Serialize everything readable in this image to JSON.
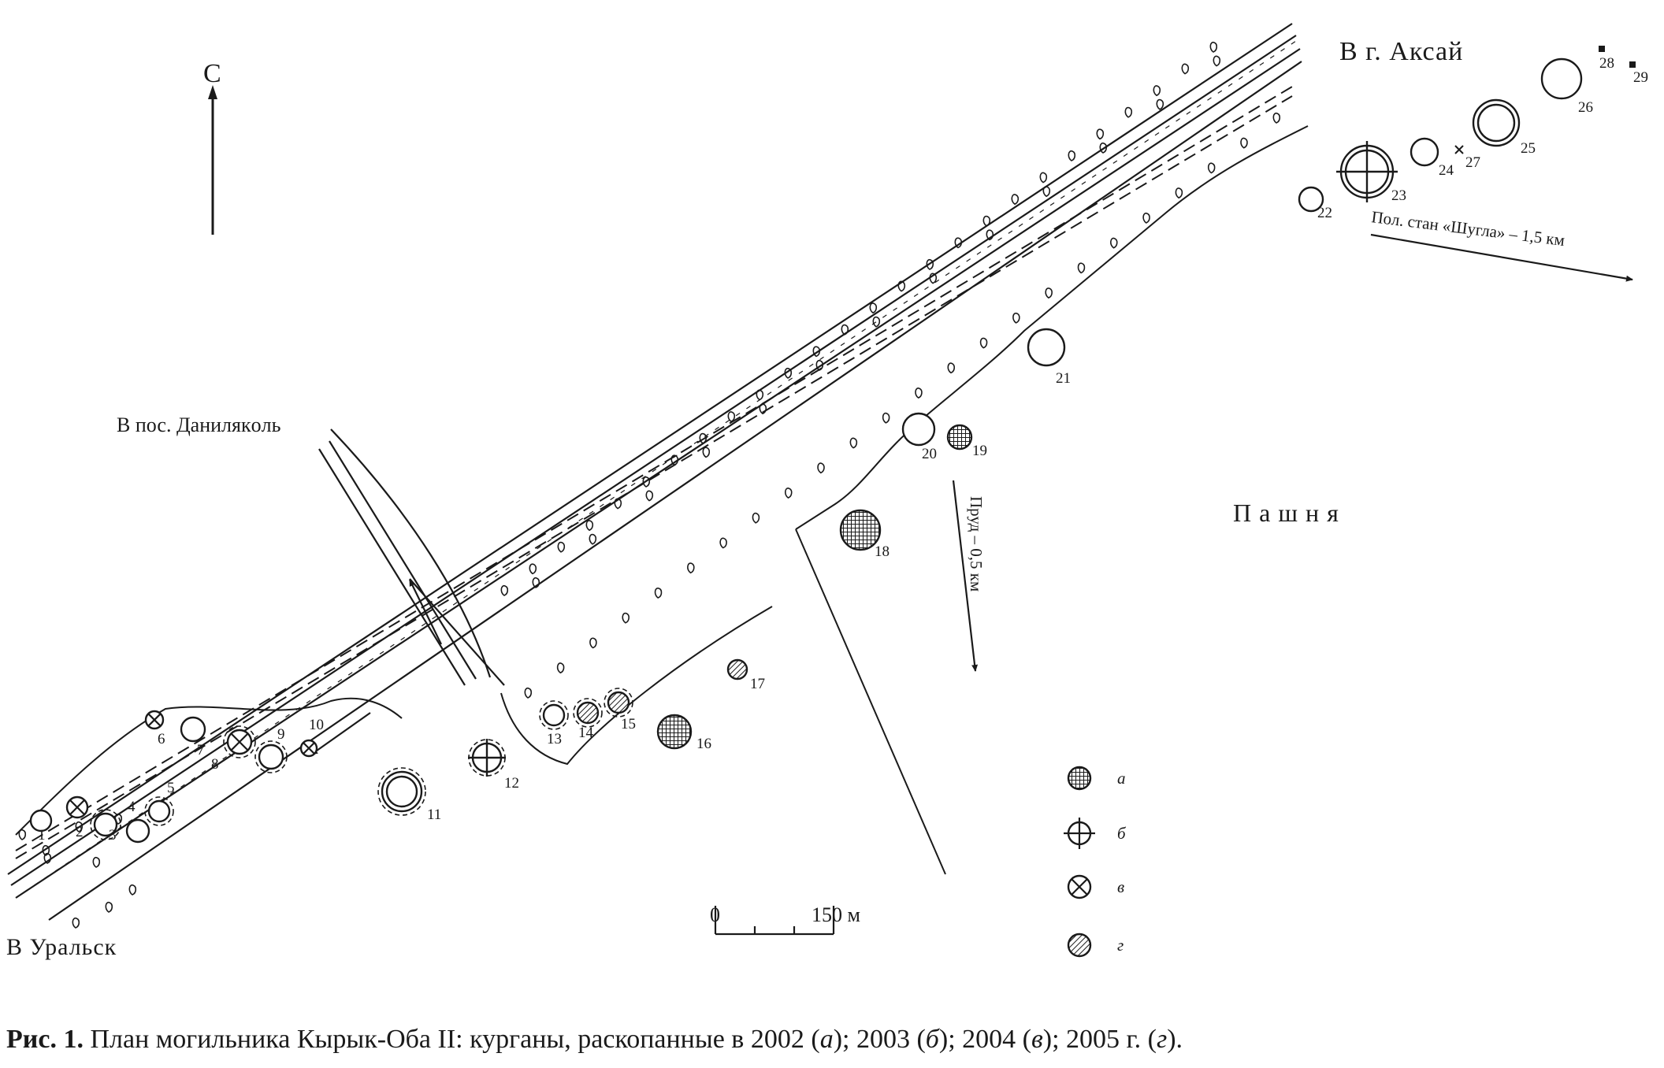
{
  "map": {
    "north": "С",
    "top_right_road": "В г. Аксай",
    "road_left": "В пос. Данилякoль",
    "road_bottom": "В Уральск",
    "field": "П а ш н я",
    "camp": "Пол. стан «Шугла» – 1,5 км",
    "pond": "Пруд – 0,5 км",
    "scale_zero": "0",
    "scale_max": "150 м"
  },
  "legend": [
    {
      "symbol": "grid",
      "letter": "а"
    },
    {
      "symbol": "cross",
      "letter": "б"
    },
    {
      "symbol": "xcross",
      "letter": "в"
    },
    {
      "symbol": "hatch",
      "letter": "г"
    }
  ],
  "kurgans": [
    {
      "n": "1",
      "kind": "plain"
    },
    {
      "n": "2",
      "kind": "xcross"
    },
    {
      "n": "3",
      "kind": "plain-dashed"
    },
    {
      "n": "4",
      "kind": "plain"
    },
    {
      "n": "5",
      "kind": "plain-dashed"
    },
    {
      "n": "6",
      "kind": "xcross"
    },
    {
      "n": "7",
      "kind": "plain"
    },
    {
      "n": "8",
      "kind": "xcross-dashed"
    },
    {
      "n": "9",
      "kind": "plain-dashed"
    },
    {
      "n": "10",
      "kind": "xcross"
    },
    {
      "n": "11",
      "kind": "double-dashed"
    },
    {
      "n": "12",
      "kind": "cross-dashed"
    },
    {
      "n": "13",
      "kind": "plain-dashed"
    },
    {
      "n": "14",
      "kind": "hatch-dashed"
    },
    {
      "n": "15",
      "kind": "hatch-dashed"
    },
    {
      "n": "16",
      "kind": "grid"
    },
    {
      "n": "17",
      "kind": "hatch"
    },
    {
      "n": "18",
      "kind": "grid"
    },
    {
      "n": "19",
      "kind": "grid"
    },
    {
      "n": "20",
      "kind": "plain"
    },
    {
      "n": "21",
      "kind": "plain"
    },
    {
      "n": "22",
      "kind": "plain"
    },
    {
      "n": "23",
      "kind": "cross-double"
    },
    {
      "n": "24",
      "kind": "plain"
    },
    {
      "n": "25",
      "kind": "double"
    },
    {
      "n": "26",
      "kind": "plain"
    },
    {
      "n": "27",
      "kind": "small-x"
    },
    {
      "n": "28",
      "kind": "square"
    },
    {
      "n": "29",
      "kind": "square"
    }
  ],
  "caption": {
    "bold": "Рис. 1.",
    "text": " План могильника Кырык-Оба II: курганы, раскопанные в 2002 (",
    "a": "а",
    "t1": "); 2003 (",
    "b": "б",
    "t2": "); 2004 (",
    "v": "в",
    "t3": "); 2005 г. (",
    "g": "г",
    "t4": ")."
  }
}
